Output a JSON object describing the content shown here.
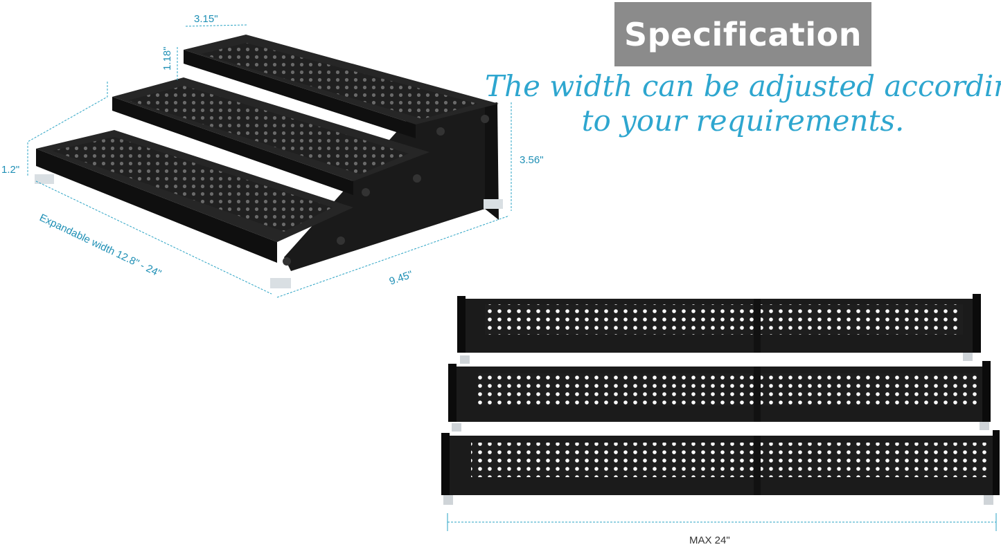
{
  "header": {
    "title": "Specification",
    "tagline_line1": "The width can be adjusted according",
    "tagline_line2": "to your requirements."
  },
  "dimensions": {
    "top_depth": "3.15\"",
    "step_height": "1.18\"",
    "front_height": "1.2\"",
    "total_height": "3.56\"",
    "expandable_width": "Expandable width 12.8\" - 24\"",
    "depth": "9.45\"",
    "max_width": "MAX 24\""
  },
  "colors": {
    "banner_bg": "#8b8b8b",
    "tagline": "#2ea6cf",
    "dimension_line": "#2aa3c4",
    "shelf": "#1b1b1b"
  }
}
